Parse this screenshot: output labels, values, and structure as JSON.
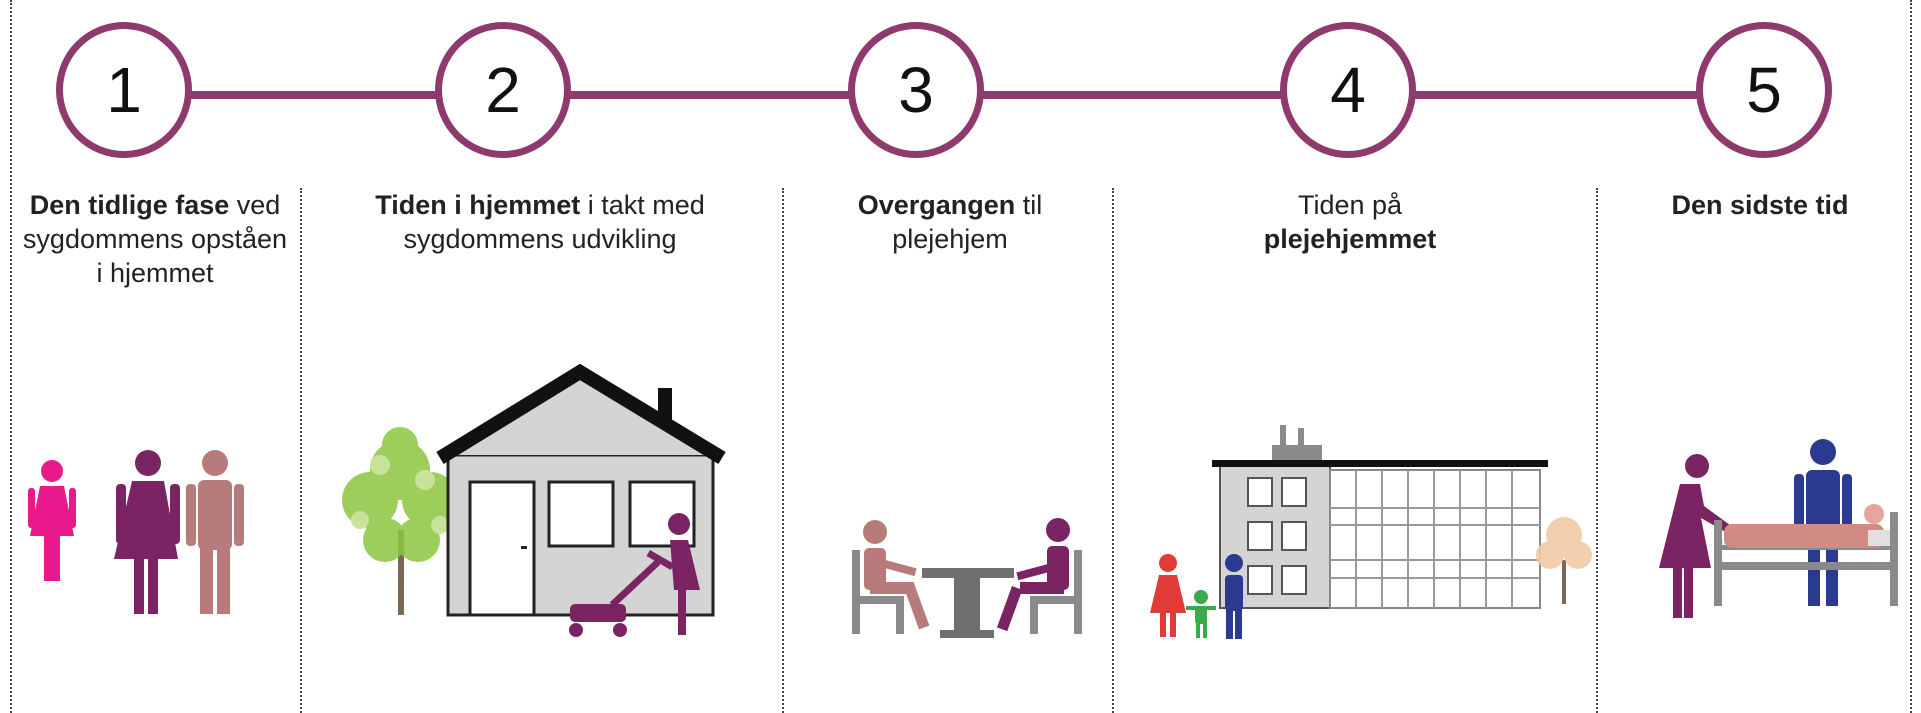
{
  "steps": [
    {
      "number": "1",
      "bold": "Den tidlige fase",
      "text_after": " ved sygdommens opståen i hjemmet",
      "text_before": ""
    },
    {
      "number": "2",
      "bold": "Tiden i hjemmet",
      "text_after": " i takt med sygdommens udvikling",
      "text_before": ""
    },
    {
      "number": "3",
      "bold": "Overgangen",
      "text_after": " til plejehjem",
      "text_before": ""
    },
    {
      "number": "4",
      "bold": "plejehjemmet",
      "text_after": "",
      "text_before": "Tiden på "
    },
    {
      "number": "5",
      "bold": "Den sidste tid",
      "text_after": "",
      "text_before": ""
    }
  ],
  "colors": {
    "accent": "#8e3a6e",
    "pink": "#e8198b",
    "plum": "#7b2463",
    "dusty_rose": "#b77b7b",
    "navy": "#2a3a8f",
    "red": "#e33a3a",
    "green": "#3aaa4a",
    "grey": "#8a8a8a",
    "house_grey": "#d4d4d4"
  },
  "icons": [
    "women-couple-icon",
    "house-icon",
    "tree-icon",
    "lawnmower-person-icon",
    "table-chairs-icon",
    "nursing-home-icon",
    "family-icon",
    "hospital-bed-icon",
    "caregiver-icon"
  ]
}
